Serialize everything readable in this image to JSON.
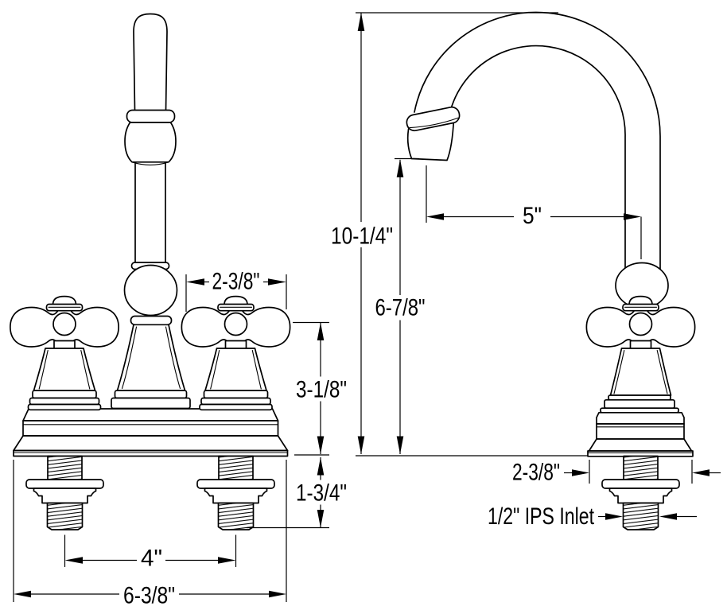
{
  "diagram": {
    "background": "#ffffff",
    "line_color": "#000000",
    "views": {
      "front": {
        "handle_width": "2-3/8\"",
        "deck_to_handle_height": "3-1/8\"",
        "shank_length": "1-3/4\"",
        "handle_centers": "4\"",
        "overall_width": "6-3/8\""
      },
      "side": {
        "overall_height": "10-1/4\"",
        "spout_outlet_height": "6-7/8\"",
        "spout_reach": "5\"",
        "base_depth": "2-3/8\"",
        "inlet": "1/2\" IPS Inlet"
      }
    }
  }
}
